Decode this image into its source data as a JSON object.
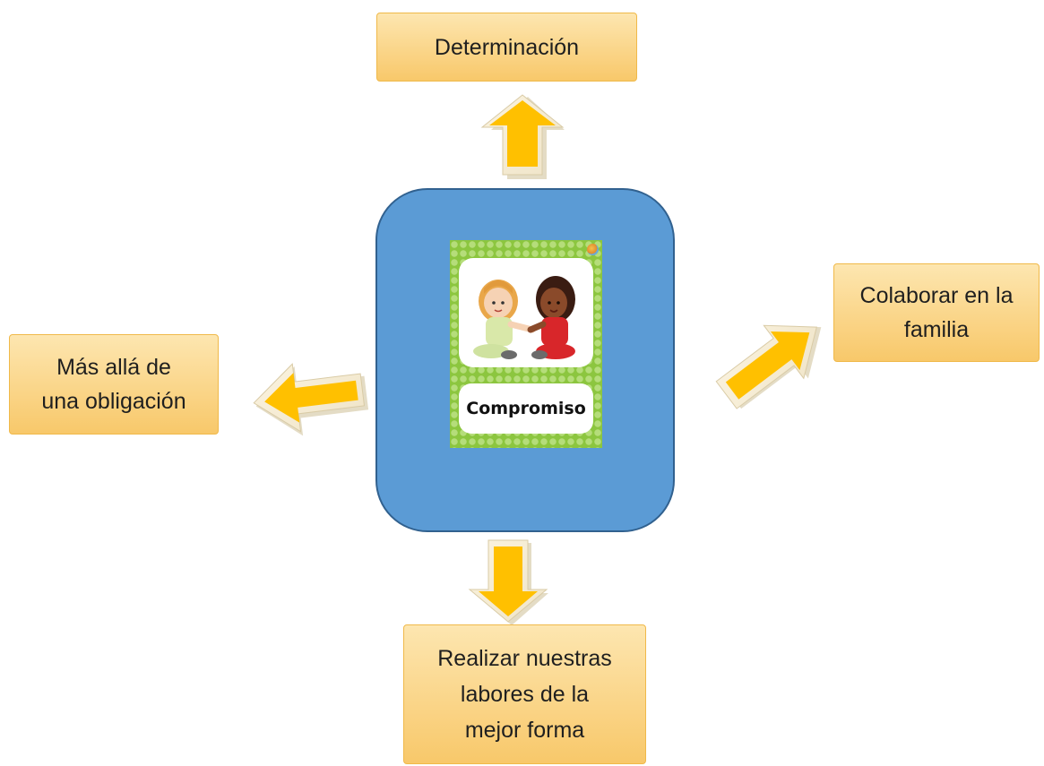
{
  "center": {
    "label": "Compromiso",
    "colors": {
      "box": "#5b9bd5",
      "card": "#8cc63f"
    }
  },
  "nodes": {
    "top": {
      "text": "Determinación"
    },
    "right": {
      "text": "Colaborar en la\nfamilia"
    },
    "left": {
      "text": "Más allá de\nuna obligación"
    },
    "bottom": {
      "text": "Realizar nuestras\nlabores de la\nmejor forma"
    }
  },
  "colors": {
    "note_fill": "#f8c86a",
    "arrow_fill": "#ffc000",
    "arrow_outline": "#fdf6e7"
  },
  "icons": {
    "arrows": [
      "arrow-up-icon",
      "arrow-right-icon",
      "arrow-left-icon",
      "arrow-down-icon"
    ],
    "illustration": "children-holding-hands-icon"
  }
}
